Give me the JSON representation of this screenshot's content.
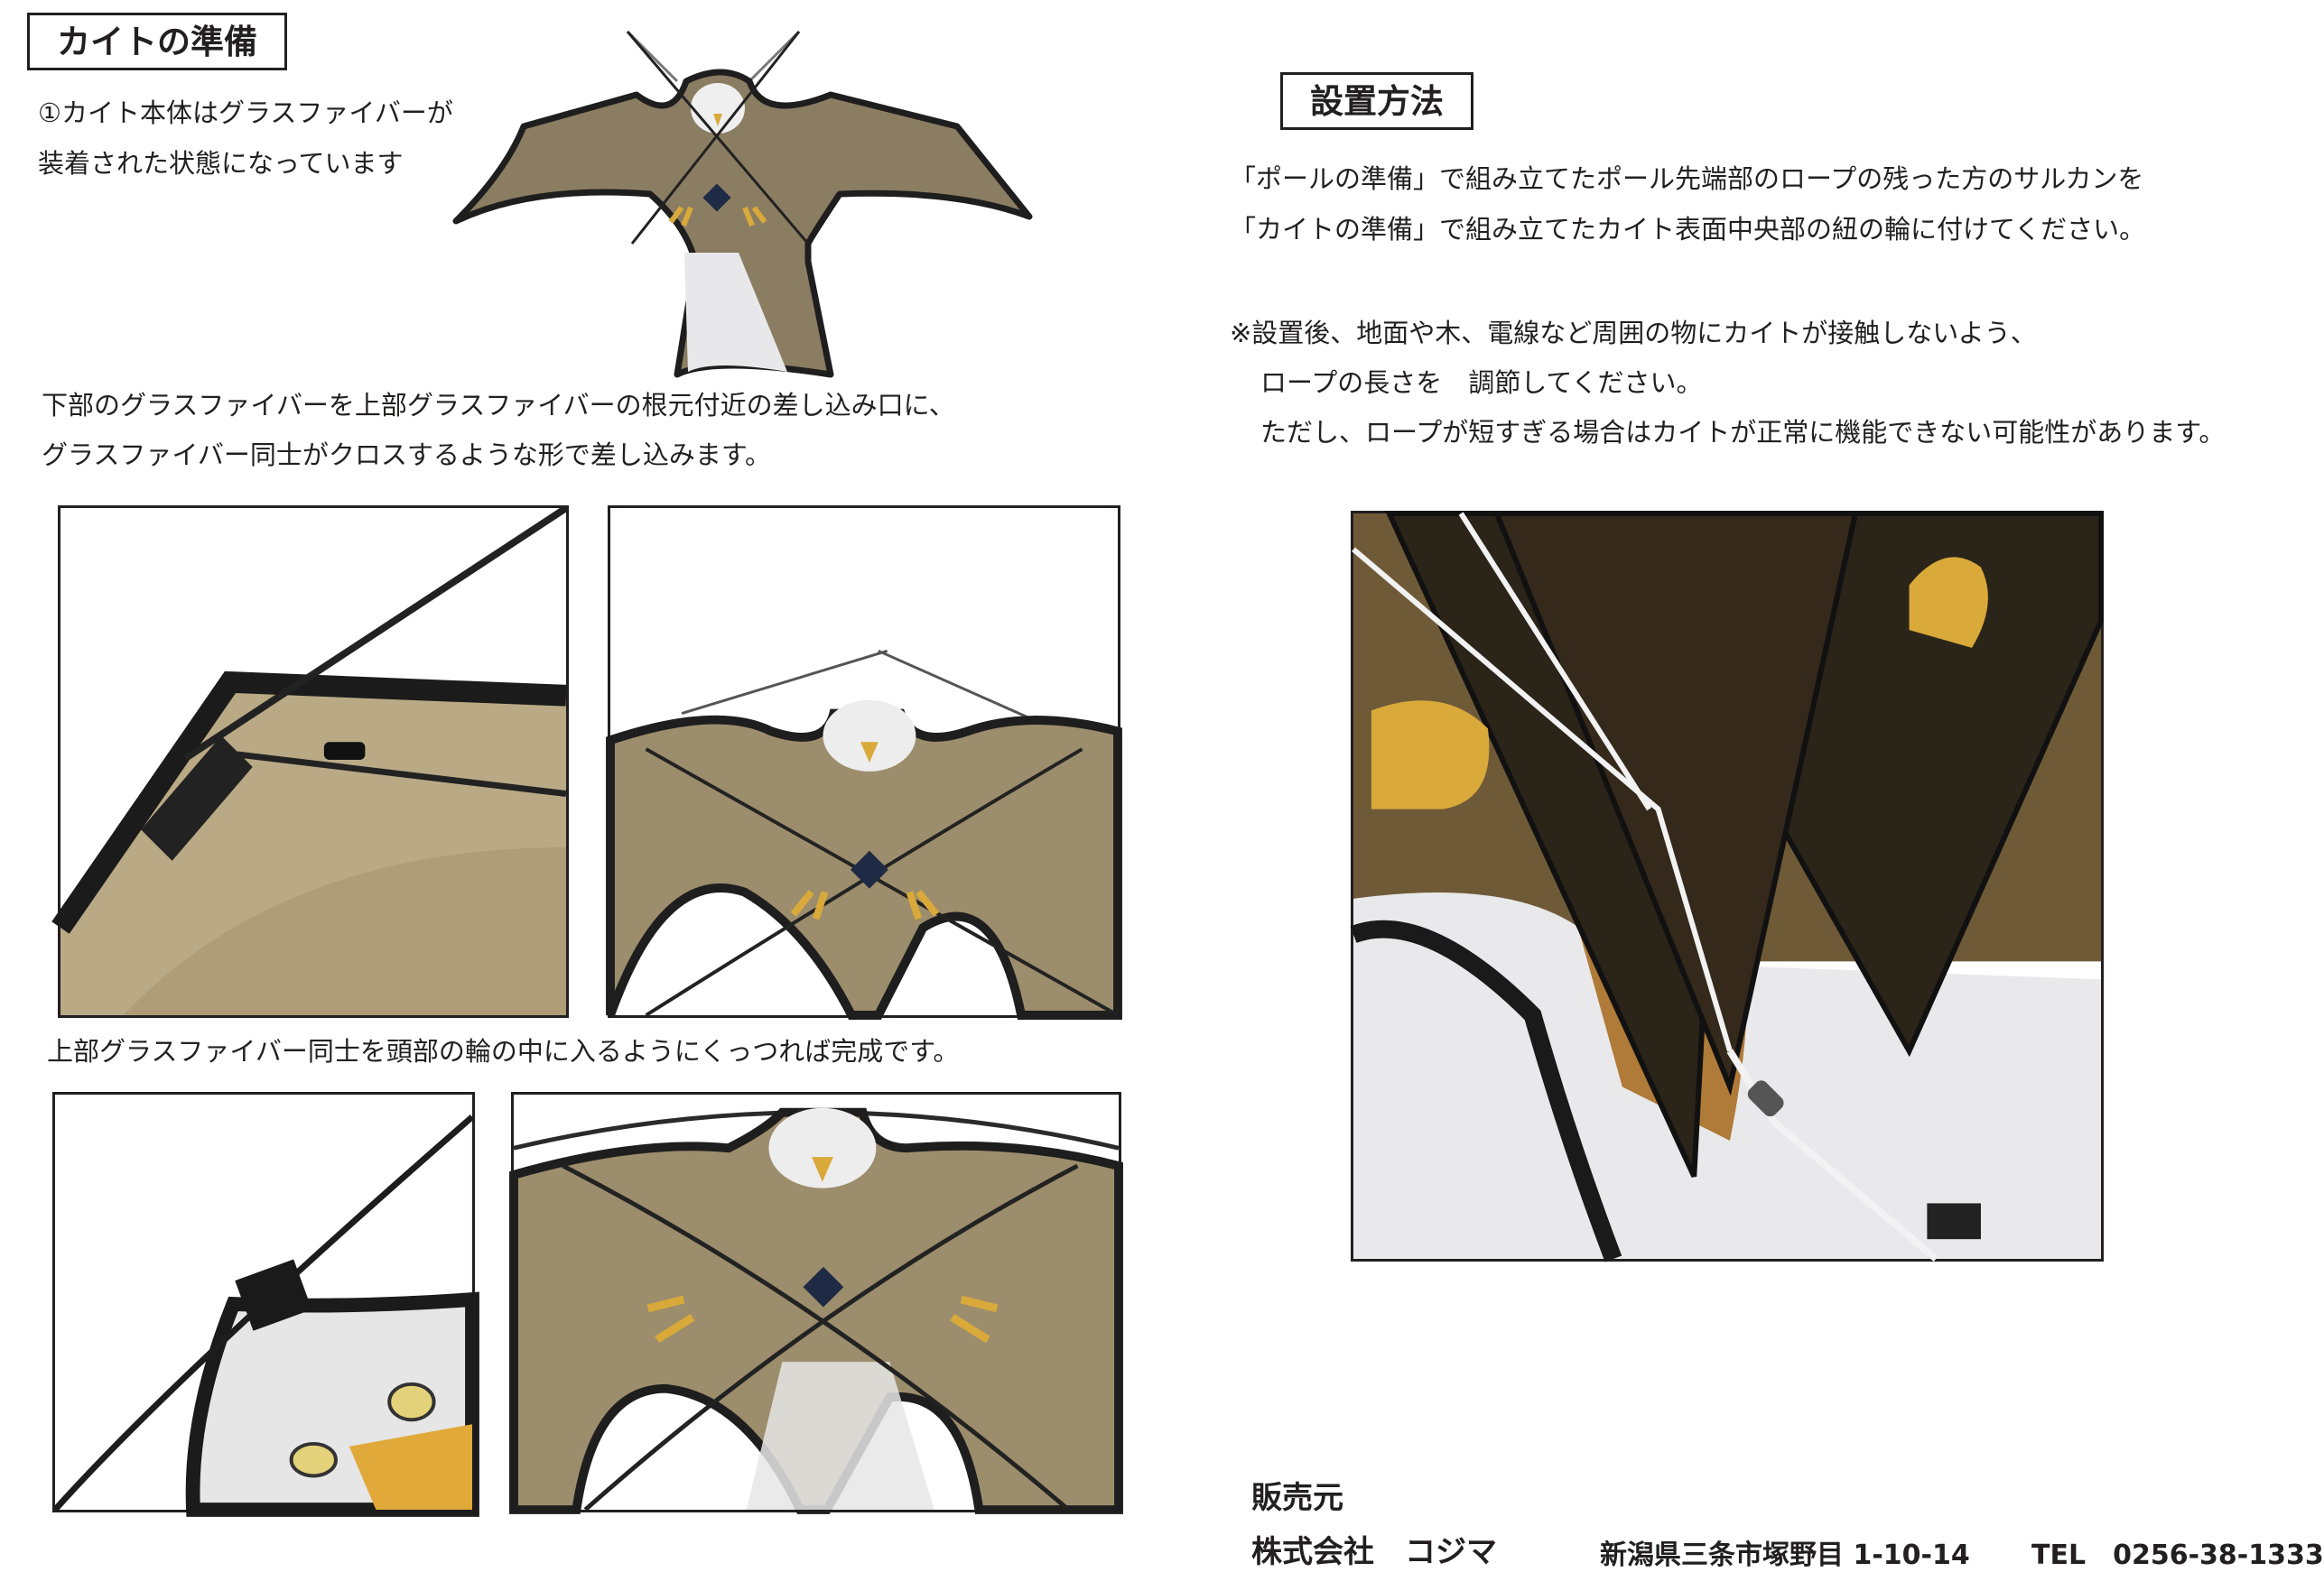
{
  "left": {
    "title": "カイトの準備",
    "step1_line1": "①カイト本体はグラスファイバーが",
    "step1_line2": "装着された状態になっています",
    "step2_line1": "下部のグラスファイバーを上部グラスファイバーの根元付近の差し込み口に、",
    "step2_line2": "グラスファイバー同士がクロスするような形で差し込みます。",
    "step3": "上部グラスファイバー同士を頭部の輪の中に入るようにくっつれば完成です。"
  },
  "right": {
    "title": "設置方法",
    "line1": "「ポールの準備」で組み立てたポール先端部のロープの残った方のサルカンを",
    "line2": "「カイトの準備」で組み立てたカイト表面中央部の紐の輪に付けてください。",
    "note1": "※設置後、地面や木、電線など周囲の物にカイトが接触しないよう、",
    "note2": "ロープの長さを　調節してください。",
    "note3": "ただし、ロープが短すぎる場合はカイトが正常に機能できない可能性があります。"
  },
  "footer": {
    "seller_label": "販売元",
    "company": "株式会社　コジマ",
    "address": "新潟県三条市塚野目 1-10-14",
    "tel": "TEL　0256-38-1333"
  },
  "colors": {
    "kite_body": "#8a7d62",
    "kite_border": "#1e1e1e",
    "tail_white": "#e8e8ea",
    "talon_yellow": "#d9a93a",
    "dark_wing": "#2b2418"
  }
}
